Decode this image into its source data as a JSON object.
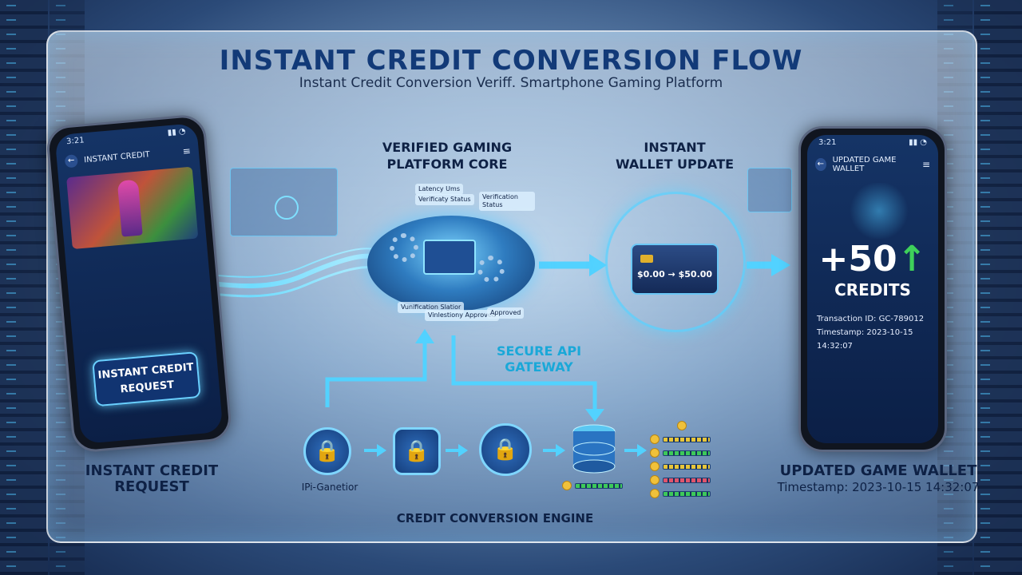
{
  "header": {
    "title": "INSTANT CREDIT CONVERSION FLOW",
    "subtitle": "Instant Credit Conversion Veriff. Smartphone Gaming Platform"
  },
  "left_phone": {
    "time": "3:21",
    "app_title": "INSTANT CREDIT",
    "button_label": "INSTANT CREDIT REQUEST",
    "caption": "INSTANT CREDIT REQUEST"
  },
  "core": {
    "title": "VERIFIED GAMING PLATFORM CORE",
    "tags": [
      "Latency Ums",
      "Verificaty Status",
      "Vunification Slatior",
      "Verification Status",
      "Vinlestiony Approved",
      "Approved"
    ]
  },
  "wallet": {
    "title": "INSTANT WALLET UPDATE",
    "card_text": "$0.00 → $50.00"
  },
  "gateway": {
    "label": "SECURE API GATEWAY"
  },
  "engine": {
    "label": "CREDIT CONVERSION ENGINE",
    "generator_label": "IPi-Ganetior"
  },
  "right_phone": {
    "time": "3:21",
    "app_title": "UPDATED GAME WALLET",
    "amount": "+50",
    "credits_label": "CREDITS",
    "transaction": "Transaction ID: GC-789012",
    "timestamp": "Timestamp: 2023-10-15 14:32:07",
    "caption_title": "UPDATED GAME WALLET",
    "caption_timestamp": "Timestamp: 2023-10-15 14:32:07"
  },
  "colors": {
    "accent": "#4fc3f7",
    "title": "#123a78",
    "success": "#3ed15a",
    "coin": "#f0c13a"
  }
}
